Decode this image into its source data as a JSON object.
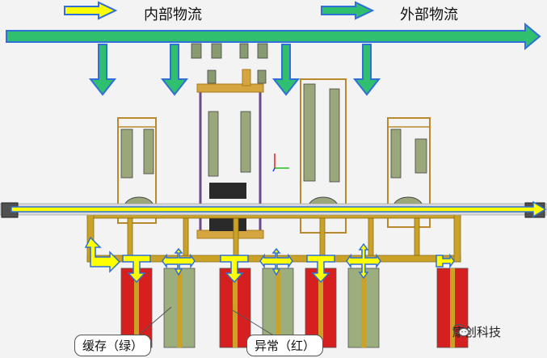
{
  "legend": {
    "internal_logistics": "内部物流",
    "external_logistics": "外部物流"
  },
  "callouts": {
    "buffer_green": "缓存（绿）",
    "abnormal_red": "异常（红）"
  },
  "watermark": {
    "text": "康创科技",
    "icon": "wechat-icon"
  },
  "colors": {
    "internal_arrow": "#ffff00",
    "external_arrow": "#2fbf6f",
    "arrow_outline": "#2e6fd8",
    "rail": "#c9a227",
    "buffer_cell": "#9cae7e",
    "abnormal_cell": "#d62020"
  }
}
